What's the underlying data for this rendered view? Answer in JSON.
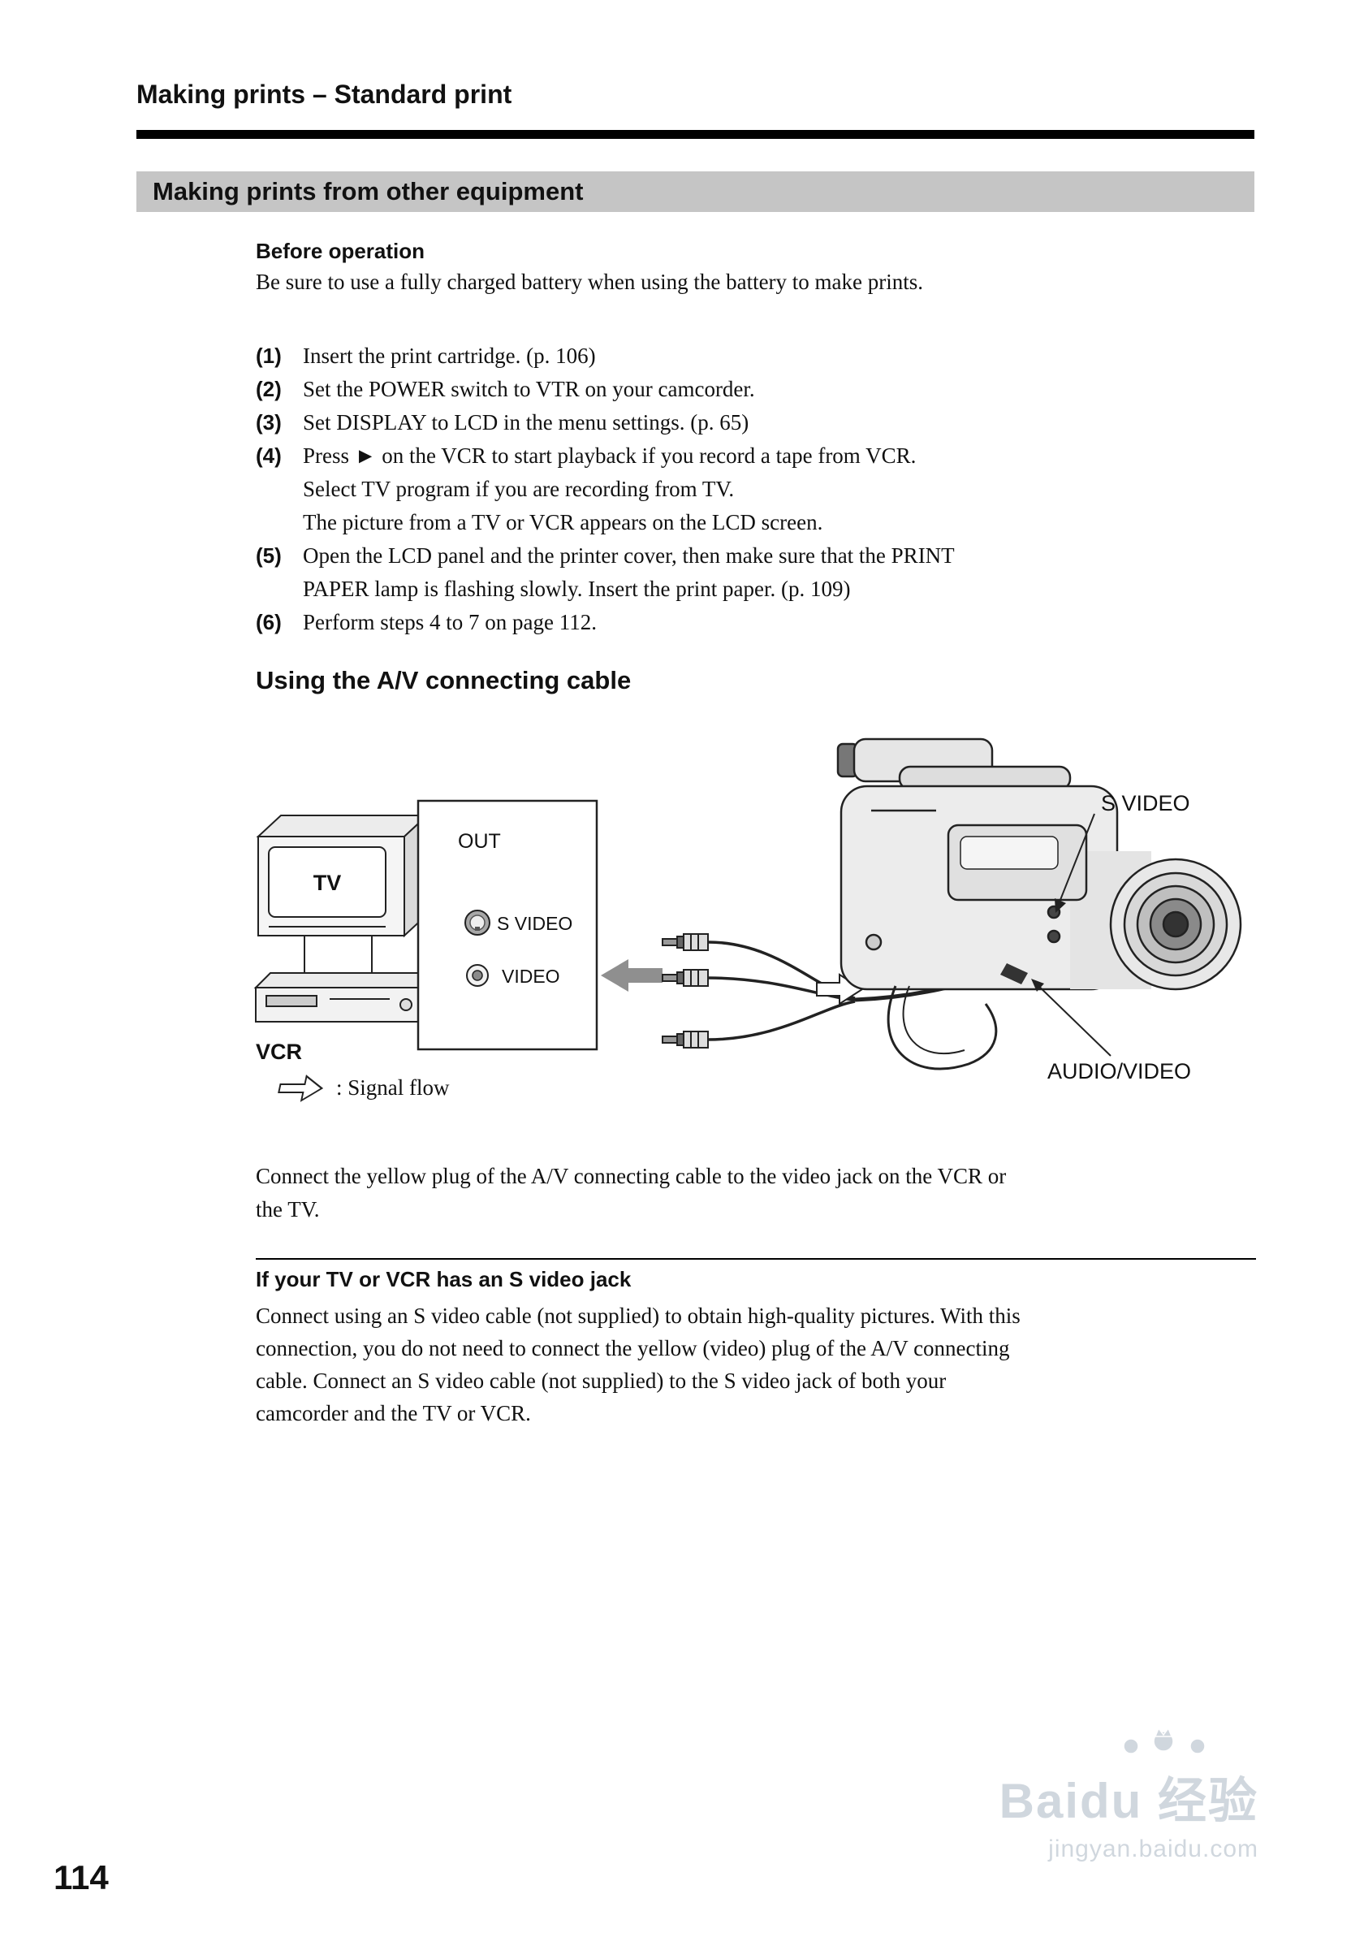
{
  "page": {
    "header": {
      "title": "Making prints – Standard print"
    },
    "banner": {
      "title": "Making prints from other equipment"
    },
    "before_operation": {
      "heading": "Before operation",
      "body": "Be sure to use a fully charged battery when using the battery to make prints."
    },
    "steps": [
      {
        "num": "(1)",
        "lines": [
          "Insert the print cartridge. (p. 106)"
        ]
      },
      {
        "num": "(2)",
        "lines": [
          "Set the POWER switch to VTR on your camcorder."
        ]
      },
      {
        "num": "(3)",
        "lines": [
          "Set DISPLAY to LCD in the menu settings. (p. 65)"
        ]
      },
      {
        "num": "(4)",
        "lines": [
          "Press ► on the VCR to start playback if you record a tape from VCR.",
          "Select TV program if you are recording from TV.",
          "The picture from a TV or VCR appears on the LCD screen."
        ]
      },
      {
        "num": "(5)",
        "lines": [
          "Open the LCD panel and the printer cover, then make sure that the PRINT",
          "PAPER lamp is flashing slowly. Insert the print paper. (p. 109)"
        ]
      },
      {
        "num": "(6)",
        "lines": [
          "Perform steps 4 to 7 on page 112."
        ]
      }
    ],
    "cable_section": {
      "heading": "Using the A/V connecting cable"
    },
    "diagram": {
      "tv_label": "TV",
      "vcr_label": "VCR",
      "out_label": "OUT",
      "s_video_jack_label": "S VIDEO",
      "video_jack_label": "VIDEO",
      "s_video_callout": "S VIDEO",
      "audio_video_callout": "AUDIO/VIDEO",
      "signal_flow_legend": ": Signal flow"
    },
    "connect_paragraph": {
      "lines": [
        "Connect the yellow plug of the A/V connecting cable to the video jack on the VCR or",
        "the TV."
      ]
    },
    "s_video_note": {
      "heading": "If your TV or VCR has an S video jack",
      "lines": [
        "Connect using an S video cable (not supplied) to obtain high-quality pictures. With this",
        "connection, you do not need to connect the yellow (video) plug of the A/V connecting",
        "cable. Connect an S video cable (not supplied) to the S video jack of both your",
        "camcorder and the TV or VCR."
      ]
    },
    "page_number": "114",
    "watermark": {
      "brand": "Baidu",
      "brand_cn": "经验",
      "url": "jingyan.baidu.com"
    }
  }
}
